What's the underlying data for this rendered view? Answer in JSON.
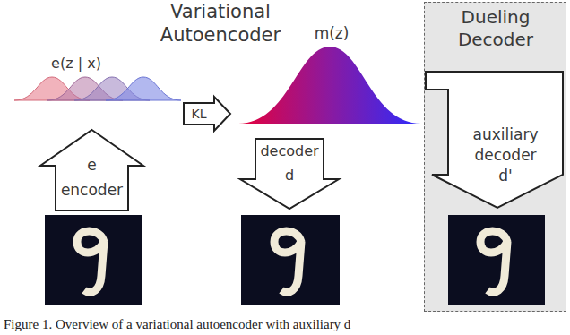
{
  "diagram": {
    "caption": "Figure 1. Overview of a variational autoencoder with auxiliary d",
    "nodes": [
      {
        "text": [
          "KL"
        ]
      },
      {
        "text": [
          "e",
          "encoder"
        ]
      },
      {
        "text": [
          "decoder",
          "d"
        ]
      },
      {
        "text": [
          "Dueling Decoder"
        ]
      },
      {
        "text": [
          "auxiliary decoder",
          "d'"
        ],
        "in": 3
      }
    ],
    "labels": [
      "Variational Autoencoder",
      "e(z | x)",
      "m(z)"
    ]
  }
}
